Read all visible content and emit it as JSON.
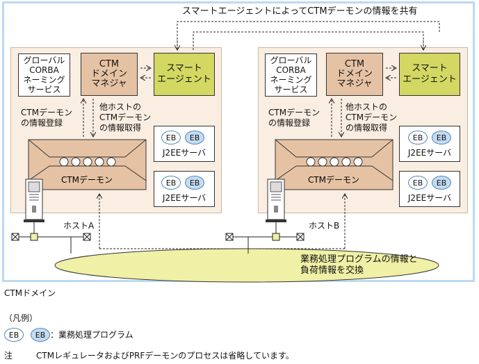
{
  "top_caption": "スマートエージェントによってCTMデーモンの情報を共有",
  "hosts": [
    {
      "naming_service": "グローバル\nCORBA\nネーミング\nサービス",
      "domain_manager": "CTM\nドメイン\nマネジャ",
      "smart_agent": "スマート\nエージェント",
      "register_label": "CTMデーモン\nの情報登録",
      "acquire_label": "他ホストの\nCTMデーモン\nの情報取得",
      "daemon_label": "CTMデーモン",
      "j2ee_label": "J2EEサーバ",
      "host_label": "ホストA"
    },
    {
      "naming_service": "グローバル\nCORBA\nネーミング\nサービス",
      "domain_manager": "CTM\nドメイン\nマネジャ",
      "smart_agent": "スマート\nエージェント",
      "register_label": "CTMデーモン\nの情報登録",
      "acquire_label": "他ホストの\nCTMデーモン\nの情報取得",
      "daemon_label": "CTMデーモン",
      "j2ee_label": "J2EEサーバ",
      "host_label": "ホストB"
    }
  ],
  "eb_label": "EB",
  "exchange_caption": "業務処理プログラムの情報と\n負荷情報を交換",
  "domain_caption": "CTMドメイン",
  "legend": {
    "title": "（凡例）",
    "eb": "EB",
    "description": "：業務処理プログラム"
  },
  "note": {
    "prefix": "注",
    "text": "CTMレギュレータおよびPRFデーモンのプロセスは省略しています。"
  }
}
